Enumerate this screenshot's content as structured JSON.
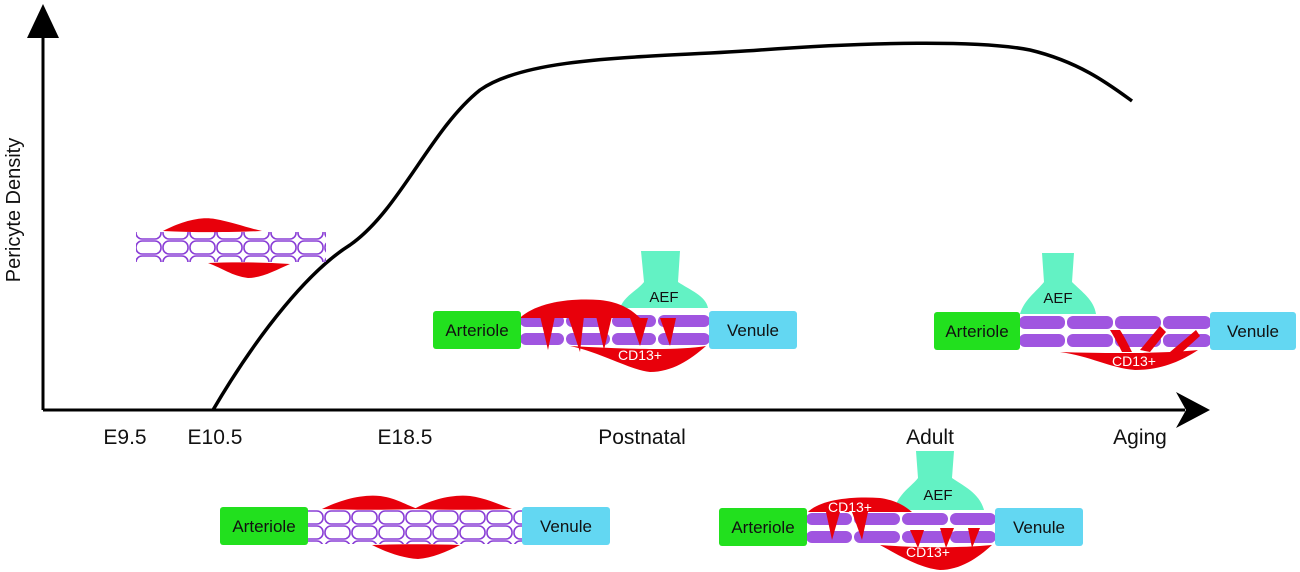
{
  "colors": {
    "pericyte": "#e8000b",
    "endothelial_outline": "#8a3fd6",
    "endothelial_fill": "#a055e0",
    "arteriole": "#22e01e",
    "venule": "#63d7f2",
    "aef": "#63f2c4",
    "axis": "#000000"
  },
  "axes": {
    "ylabel": "Pericyte Density",
    "x_ticks": [
      "E9.5",
      "E10.5",
      "E18.5",
      "Postnatal",
      "Adult",
      "Aging"
    ]
  },
  "curve": {
    "name": "pericyte-density-curve",
    "points": [
      [
        "E10.5",
        0.0
      ],
      [
        "E18.5",
        0.45
      ],
      [
        "Postnatal",
        0.95
      ],
      [
        "Adult",
        1.0
      ],
      [
        "Aging",
        0.85
      ]
    ]
  },
  "vessels": {
    "arteriole_label": "Arteriole",
    "venule_label": "Venule",
    "aef_label": "AEF",
    "cd13_label": "CD13+"
  }
}
